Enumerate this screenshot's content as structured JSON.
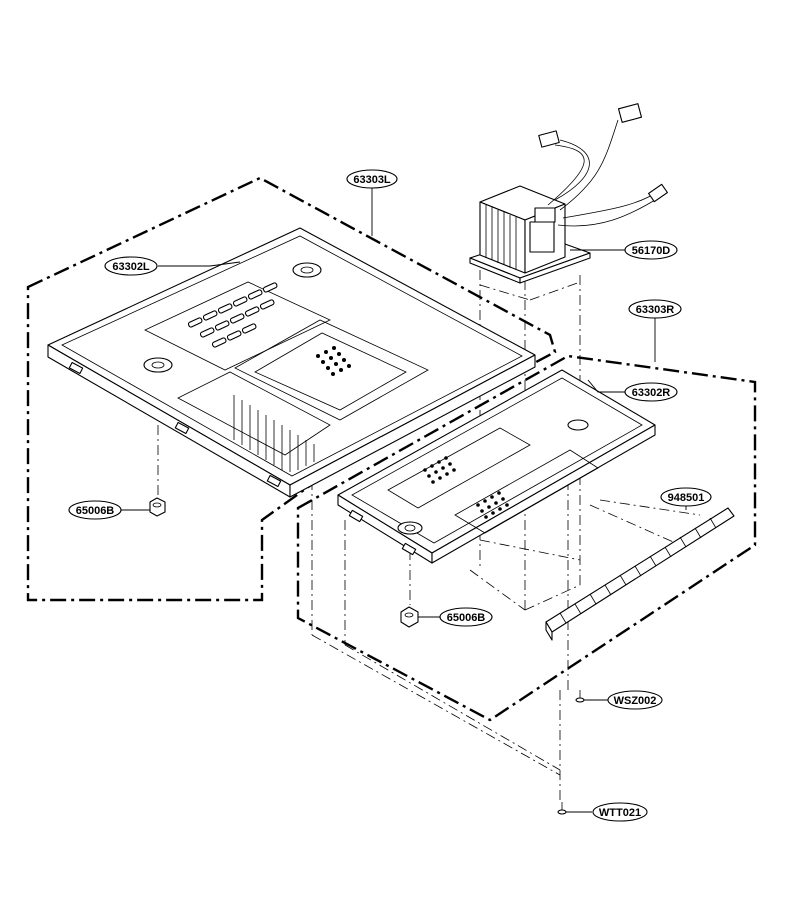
{
  "figure": {
    "callouts": [
      {
        "id": "c1",
        "label": "63303L"
      },
      {
        "id": "c2",
        "label": "63302L"
      },
      {
        "id": "c3",
        "label": "56170D"
      },
      {
        "id": "c4",
        "label": "63303R"
      },
      {
        "id": "c5",
        "label": "63302R"
      },
      {
        "id": "c6",
        "label": "948501"
      },
      {
        "id": "c7",
        "label": "65006B"
      },
      {
        "id": "c8",
        "label": "65006B"
      },
      {
        "id": "c9",
        "label": "WSZ002"
      },
      {
        "id": "c10",
        "label": "WTT021"
      }
    ]
  }
}
